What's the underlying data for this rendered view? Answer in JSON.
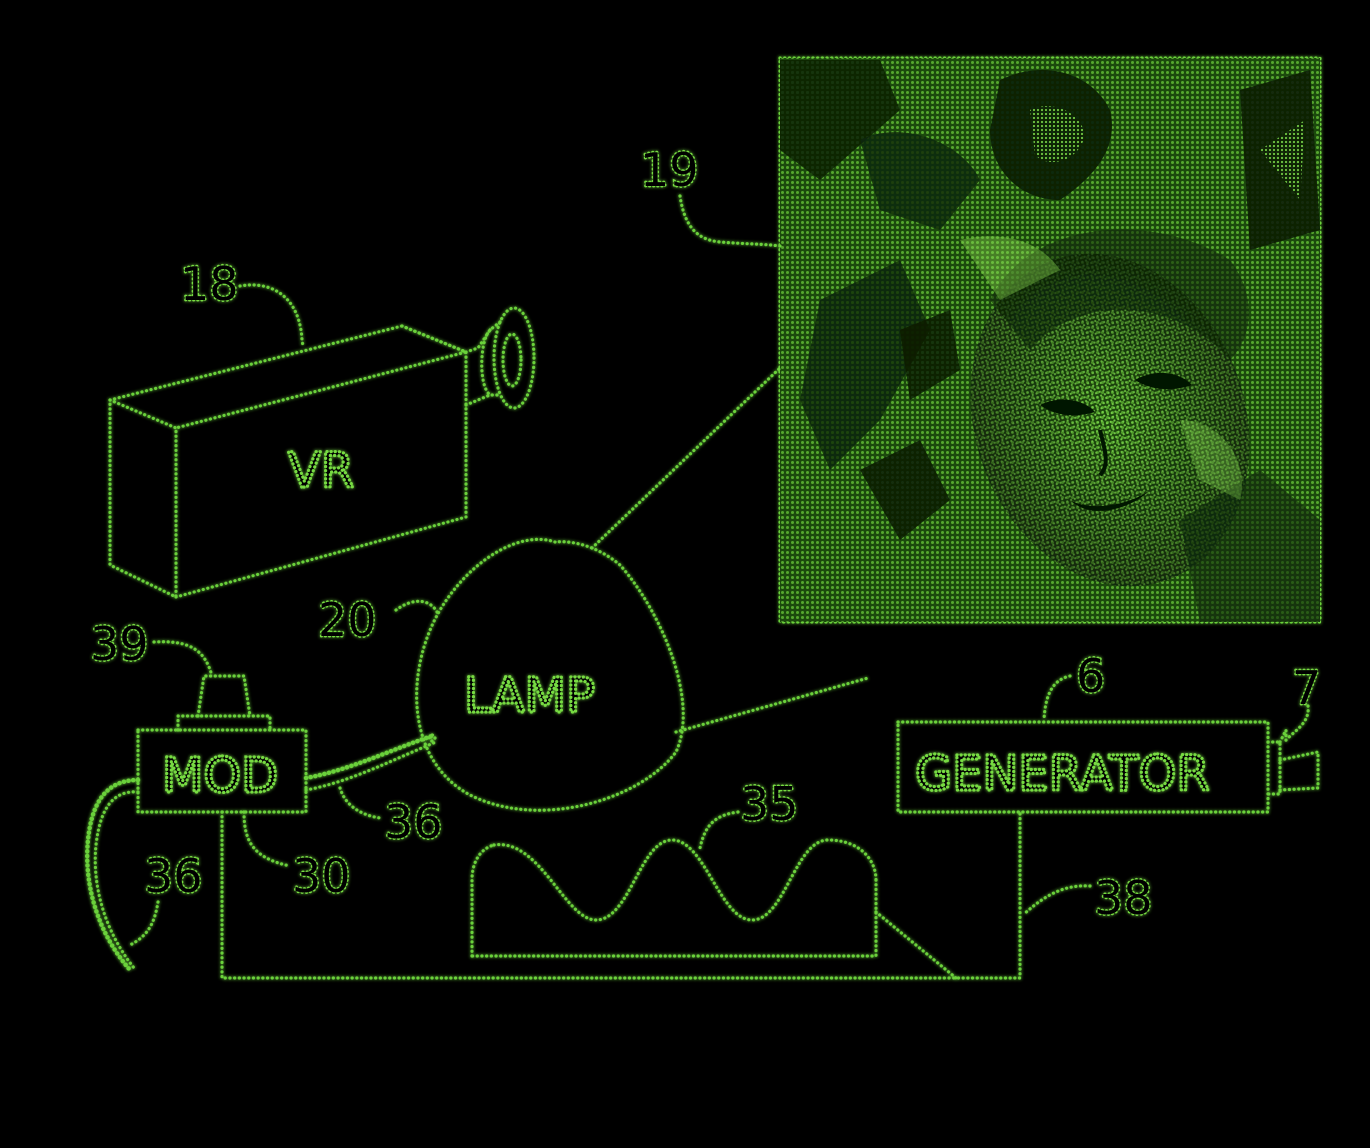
{
  "colors": {
    "background": "#000000",
    "phosphor_green": "#6bd13a",
    "screen_fill": "#2b5c14"
  },
  "components": {
    "camera_label": "VR",
    "lamp_label": "LAMP",
    "modulator_label": "MOD",
    "generator_label": "GENERATOR"
  },
  "reference_numerals": {
    "camera": "18",
    "screen": "19",
    "lamp": "20",
    "knob": "39",
    "modulator": "30",
    "cable_left": "36",
    "cable_right": "36",
    "waveform": "35",
    "generator": "6",
    "generator_plug": "7",
    "ground_wire": "38"
  },
  "screen": {
    "image_icon": "halftone-face-image"
  }
}
